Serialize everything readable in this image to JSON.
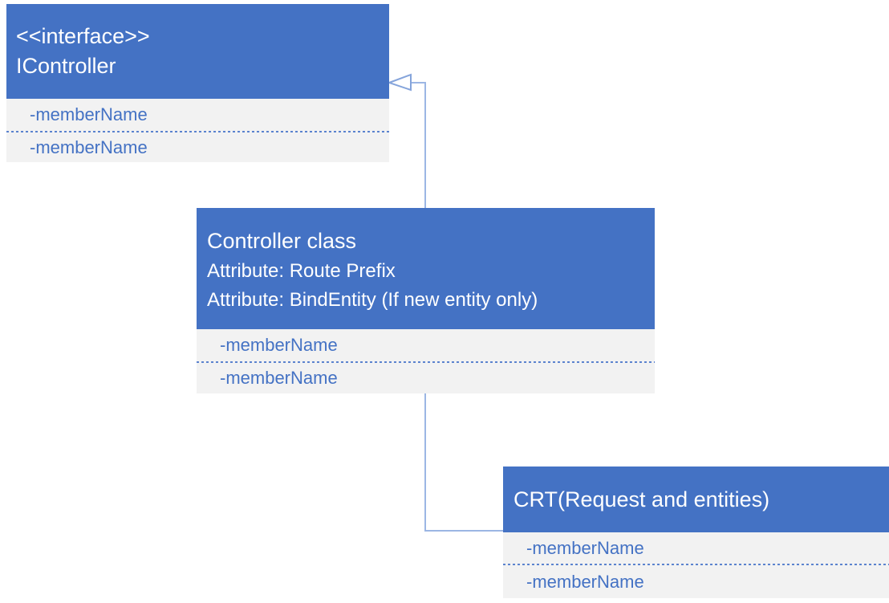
{
  "diagram": {
    "type": "uml-class-diagram",
    "colors": {
      "header_blue": "#4472C4",
      "header_text": "#FFFFFF",
      "body_gray": "#F2F2F2",
      "member_text_blue": "#4472C4",
      "divider_blue": "#5B83CF",
      "connector_blue": "#9CB6E4"
    },
    "classes": [
      {
        "stereotype": "<<interface>>",
        "title": "IController",
        "members": [
          "-memberName",
          "-memberName"
        ]
      },
      {
        "title": "Controller class",
        "attributes": [
          "Attribute: Route Prefix",
          "Attribute: BindEntity (If new entity only)"
        ],
        "members": [
          "-memberName",
          "-memberName"
        ]
      },
      {
        "title": "CRT(Request and entities)",
        "members": [
          "-memberName",
          "-memberName"
        ]
      }
    ],
    "connectors": [
      {
        "type": "inheritance",
        "from": "Controller class",
        "to": "IController",
        "arrowhead": "hollow-triangle"
      },
      {
        "type": "association",
        "from": "Controller class",
        "to": "CRT(Request and entities)"
      }
    ]
  }
}
